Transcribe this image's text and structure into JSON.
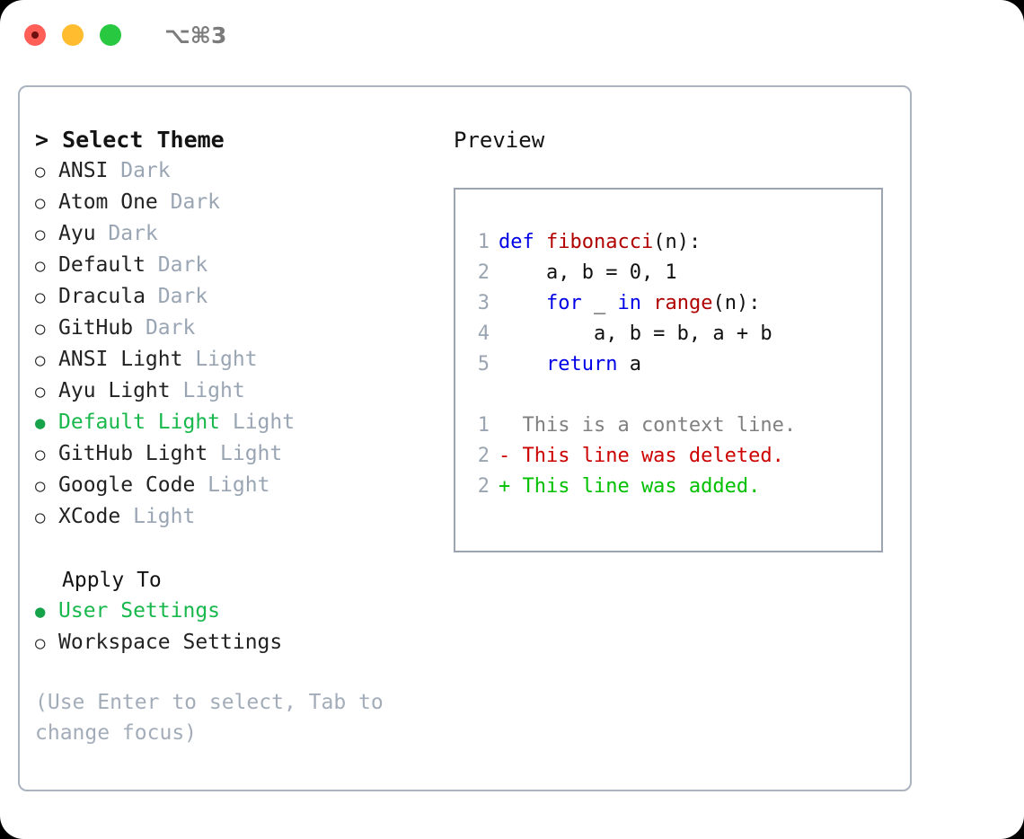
{
  "window": {
    "shortcut": "⌥⌘3",
    "traffic_lights": [
      "close",
      "minimize",
      "zoom"
    ],
    "colors": {
      "close": "#ff5f57",
      "minimize": "#febc2e",
      "zoom": "#28c840",
      "accent_green": "#18b84c",
      "muted": "#9aa5b4",
      "border": "#aab4c0"
    }
  },
  "theme_picker": {
    "heading": "> Select Theme",
    "options": [
      {
        "bullet": "○",
        "label": "ANSI",
        "tag": " Dark",
        "selected": false
      },
      {
        "bullet": "○",
        "label": "Atom One",
        "tag": " Dark",
        "selected": false
      },
      {
        "bullet": "○",
        "label": "Ayu",
        "tag": " Dark",
        "selected": false
      },
      {
        "bullet": "○",
        "label": "Default",
        "tag": " Dark",
        "selected": false
      },
      {
        "bullet": "○",
        "label": "Dracula",
        "tag": " Dark",
        "selected": false
      },
      {
        "bullet": "○",
        "label": "GitHub",
        "tag": " Dark",
        "selected": false
      },
      {
        "bullet": "○",
        "label": "ANSI Light",
        "tag": " Light",
        "selected": false
      },
      {
        "bullet": "○",
        "label": "Ayu Light",
        "tag": " Light",
        "selected": false
      },
      {
        "bullet": "●",
        "label": "Default Light",
        "tag": " Light",
        "selected": true
      },
      {
        "bullet": "○",
        "label": "GitHub Light",
        "tag": " Light",
        "selected": false
      },
      {
        "bullet": "○",
        "label": "Google Code",
        "tag": " Light",
        "selected": false
      },
      {
        "bullet": "○",
        "label": "XCode",
        "tag": " Light",
        "selected": false
      }
    ]
  },
  "apply_to": {
    "heading": "Apply To",
    "options": [
      {
        "bullet": "●",
        "label": "User Settings",
        "selected": true
      },
      {
        "bullet": "○",
        "label": "Workspace Settings",
        "selected": false
      }
    ]
  },
  "hint": "(Use Enter to select, Tab to change focus)",
  "preview": {
    "title": "Preview",
    "code_lines": [
      {
        "no": "1",
        "tokens": [
          {
            "t": "def ",
            "c": "kw"
          },
          {
            "t": "fibonacci",
            "c": "fn"
          },
          {
            "t": "(n):",
            "c": "pl"
          }
        ]
      },
      {
        "no": "2",
        "tokens": [
          {
            "t": "    a, b = 0, 1",
            "c": "pl"
          }
        ]
      },
      {
        "no": "3",
        "tokens": [
          {
            "t": "    ",
            "c": "pl"
          },
          {
            "t": "for",
            "c": "kw"
          },
          {
            "t": " _ ",
            "c": "pl"
          },
          {
            "t": "in",
            "c": "kw"
          },
          {
            "t": " ",
            "c": "pl"
          },
          {
            "t": "range",
            "c": "fn"
          },
          {
            "t": "(n):",
            "c": "pl"
          }
        ]
      },
      {
        "no": "4",
        "tokens": [
          {
            "t": "        a, b = b, a + b",
            "c": "pl"
          }
        ]
      },
      {
        "no": "5",
        "tokens": [
          {
            "t": "    ",
            "c": "pl"
          },
          {
            "t": "return",
            "c": "kw"
          },
          {
            "t": " a",
            "c": "pl"
          }
        ]
      }
    ],
    "diff_lines": [
      {
        "no": "1",
        "text": "  This is a context line.",
        "kind": "ctx"
      },
      {
        "no": "2",
        "text": "- This line was deleted.",
        "kind": "del"
      },
      {
        "no": "2",
        "text": "+ This line was added.",
        "kind": "add"
      }
    ]
  }
}
